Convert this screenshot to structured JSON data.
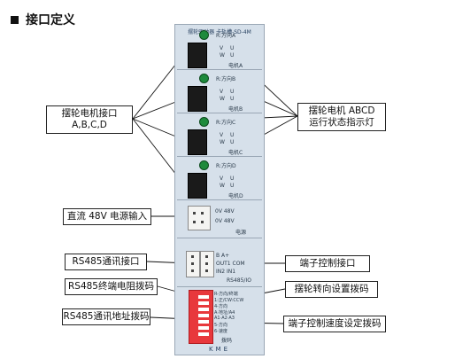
{
  "title": "接口定义",
  "labels": {
    "motor_interface_line1": "摆轮电机接口",
    "motor_interface_line2": "A,B,C,D",
    "status_line1": "摆轮电机 ABCD",
    "status_line2": "运行状态指示灯",
    "dc_input": "直流 48V 电源输入",
    "rs485_port": "RS485通讯接口",
    "terminal_port": "端子控制接口",
    "terminal_dip": "RS485终端电阻拨码",
    "direction_dip": "摆轮转向设置拨码",
    "address_dip": "RS485通讯地址拨码",
    "speed_dip": "端子控制速度设定拨码"
  },
  "panel": {
    "header": "摆轮驱动器 卡轨槽-SD-4M",
    "motors": [
      {
        "status": "R:方向A",
        "pins": [
          "V",
          "W"
        ],
        "pins2": [
          "U",
          "U"
        ],
        "label": "电机A"
      },
      {
        "status": "R:方向B",
        "pins": [
          "V",
          "W"
        ],
        "pins2": [
          "U",
          "U"
        ],
        "label": "电机B"
      },
      {
        "status": "R:方向C",
        "pins": [
          "V",
          "W"
        ],
        "pins2": [
          "U",
          "U"
        ],
        "label": "电机C"
      },
      {
        "status": "R:方向D",
        "pins": [
          "V",
          "W"
        ],
        "pins2": [
          "U",
          "U"
        ],
        "label": "电机D"
      }
    ],
    "power": {
      "v1": "0V 48V",
      "v2": "0V 48V",
      "label": "电源"
    },
    "terminal": {
      "l1": "B  A+",
      "l2": "OUT1 COM",
      "l3": "IN2  IN1",
      "label": "RS485/IO"
    },
    "dip": {
      "l1": "R-方向/终端",
      "l2": "1:正/CW:CCW",
      "l3": "4-方向",
      "l4": "A·地址/A4",
      "l5": "A1·A2·A3",
      "l6": "5-方向",
      "l7": "6-速度",
      "label": "拨码"
    },
    "brand": "KME"
  }
}
